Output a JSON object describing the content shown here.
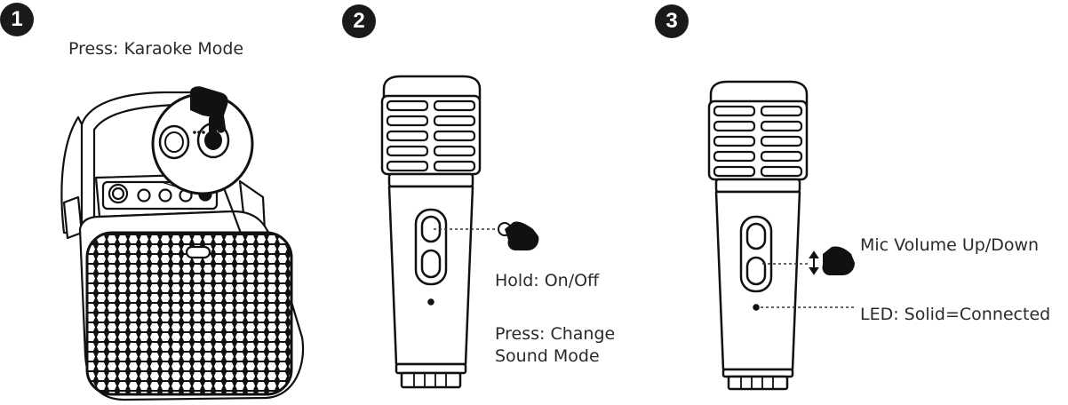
{
  "steps": [
    {
      "number": "1",
      "caption": "Press: Karaoke Mode"
    },
    {
      "number": "2",
      "hold_caption": "Hold: On/Off",
      "press_caption_line1": "Press: Change",
      "press_caption_line2": "Sound Mode"
    },
    {
      "number": "3",
      "volume_caption": "Mic Volume Up/Down",
      "led_caption": "LED: Solid=Connected"
    }
  ],
  "icons": [
    "speaker-illustration",
    "hand-press-icon",
    "microphone-illustration",
    "hand-pointer-icon",
    "up-down-arrow-icon"
  ],
  "colors": {
    "ink": "#1a1a1a",
    "line": "#222222",
    "background": "#ffffff"
  }
}
